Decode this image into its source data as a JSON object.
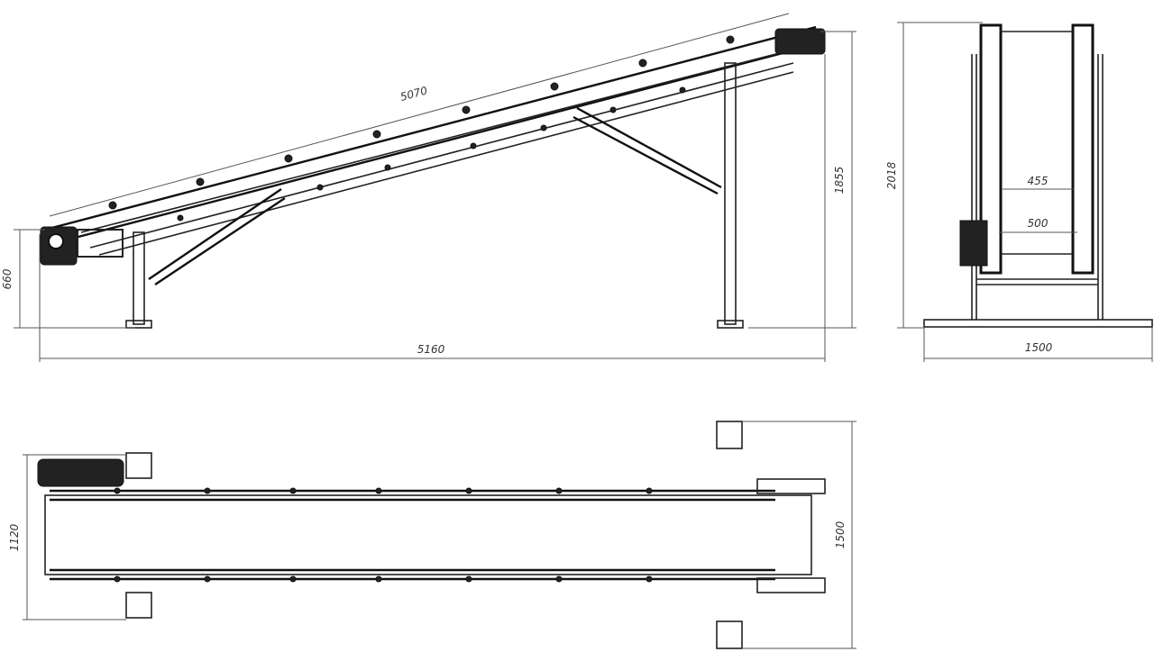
{
  "drawing": {
    "side_view": {
      "belt_length": "5070",
      "total_height": "1855",
      "inlet_height": "660",
      "total_length": "5160"
    },
    "end_view": {
      "height": "2018",
      "inner_width": "455",
      "belt_width": "500",
      "base_width": "1500"
    },
    "top_view": {
      "frame_width": "1120",
      "overall_width": "1500"
    },
    "colors": {
      "line": "#222222",
      "dimension": "#555555",
      "background": "#ffffff"
    }
  }
}
